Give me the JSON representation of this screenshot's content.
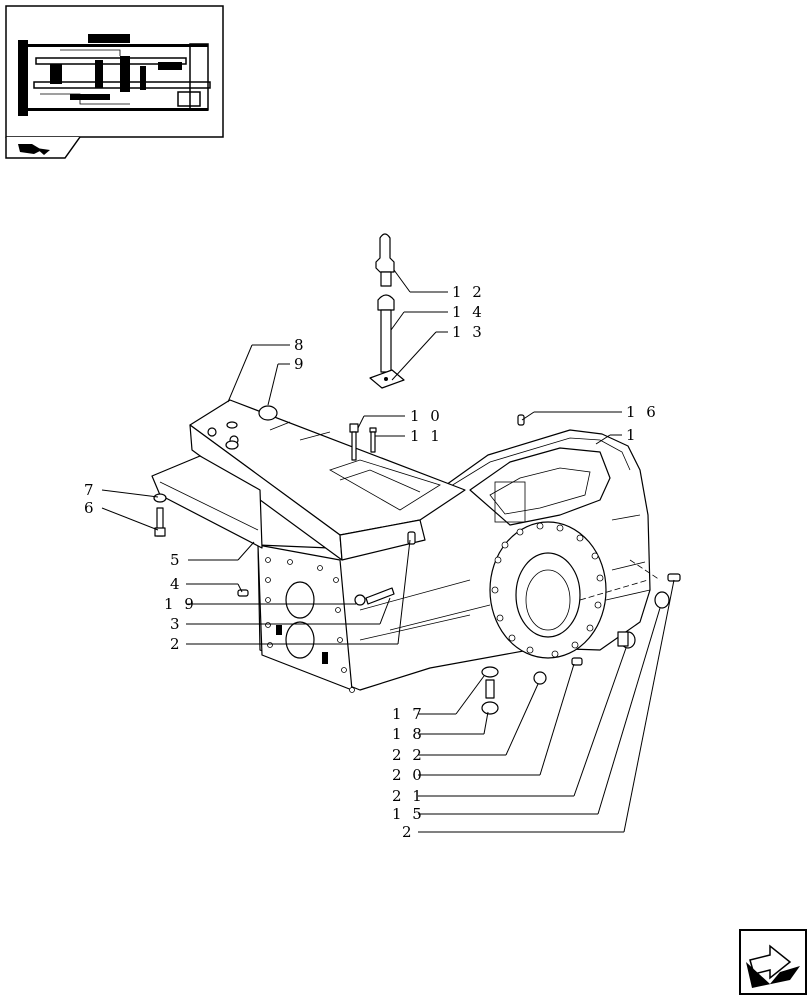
{
  "thumbnail": {
    "icon": "transmission-section-thumbnail",
    "nav_icon": "book-arrow-icon"
  },
  "nav": {
    "next_icon": "next-page-arrow-icon"
  },
  "callouts": [
    {
      "id": "c12a",
      "label": "1 2"
    },
    {
      "id": "c14",
      "label": "1 4"
    },
    {
      "id": "c13",
      "label": "1 3"
    },
    {
      "id": "c8",
      "label": "8"
    },
    {
      "id": "c9",
      "label": "9"
    },
    {
      "id": "c10",
      "label": "1 0"
    },
    {
      "id": "c11",
      "label": "1 1"
    },
    {
      "id": "c16",
      "label": "1 6"
    },
    {
      "id": "c1",
      "label": "1"
    },
    {
      "id": "c7",
      "label": "7"
    },
    {
      "id": "c6",
      "label": "6"
    },
    {
      "id": "c5",
      "label": "5"
    },
    {
      "id": "c4",
      "label": "4"
    },
    {
      "id": "c19",
      "label": "1 9"
    },
    {
      "id": "c3",
      "label": "3"
    },
    {
      "id": "c2a",
      "label": "2"
    },
    {
      "id": "c17",
      "label": "1 7"
    },
    {
      "id": "c18",
      "label": "1 8"
    },
    {
      "id": "c22",
      "label": "2 2"
    },
    {
      "id": "c20",
      "label": "2 0"
    },
    {
      "id": "c21",
      "label": "2 1"
    },
    {
      "id": "c15",
      "label": "1 5"
    },
    {
      "id": "c2b",
      "label": "2"
    }
  ]
}
